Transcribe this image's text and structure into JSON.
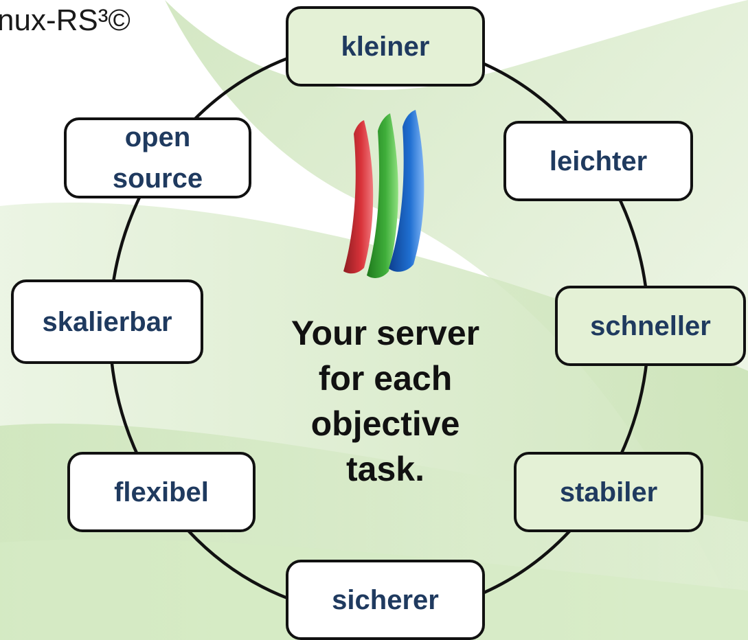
{
  "header": {
    "title": "nux-RS³©"
  },
  "center": {
    "lines": [
      "Your server",
      "for each",
      "objective",
      "task."
    ]
  },
  "nodes": {
    "kleiner": "kleiner",
    "leichter": "leichter",
    "schneller": "schneller",
    "stabiler": "stabiler",
    "sicherer": "sicherer",
    "flexibel": "flexibel",
    "skalierbar": "skalierbar",
    "open_source": [
      "open",
      "source"
    ]
  },
  "colors": {
    "node_text": "#1f3a5f",
    "node_border": "#111111",
    "node_green_fill": "#e4f1d6",
    "ring": "#111111",
    "logo_red": "#d9333a",
    "logo_green": "#3fae3a",
    "logo_blue": "#1f6fd1"
  },
  "icons": {
    "logo": "flag-banners-logo"
  }
}
